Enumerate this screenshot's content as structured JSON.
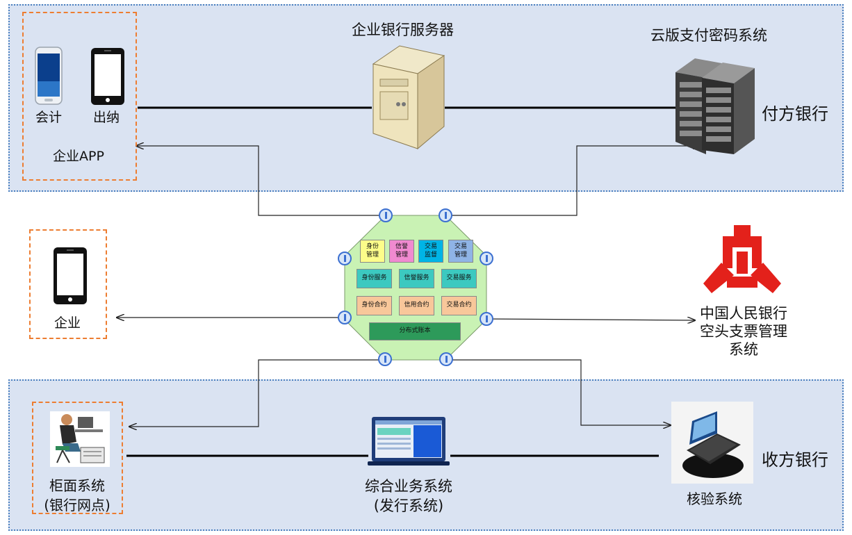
{
  "payer_bank": {
    "label": "付方银行",
    "enterprise_app": {
      "label": "企业APP",
      "accountant": "会计",
      "cashier": "出纳"
    },
    "bank_server": "企业银行服务器",
    "cloud_crypto": "云版支付密码系统"
  },
  "enterprise": {
    "label": "企业"
  },
  "hub": {
    "modules_row1": [
      "身份\n管理",
      "信誉\n管理",
      "交易\n监督",
      "交易\n管理"
    ],
    "modules_row2": [
      "身份服务",
      "信誉服务",
      "交易服务"
    ],
    "modules_row3": [
      "身份合约",
      "信用合约",
      "交易合约"
    ],
    "ledger": "分布式账本"
  },
  "pboc": {
    "line1": "中国人民银行",
    "line2": "空头支票管理",
    "line3": "系统"
  },
  "payee_bank": {
    "label": "收方银行",
    "counter": {
      "line1": "柜面系统",
      "line2": "(银行网点)"
    },
    "integrated": {
      "line1": "综合业务系统",
      "line2": "(发行系统)"
    },
    "verify": "核验系统"
  },
  "colors": {
    "region_fill": "#dae3f2",
    "region_border": "#4a7fbf",
    "group_border": "#ed7d31",
    "hub_fill": "#c9f2b4",
    "pboc_red": "#e3211b",
    "mod_yellow": "#fdfd8a",
    "mod_pink": "#f08ad0",
    "mod_cyan": "#00b4e6",
    "mod_blue": "#8fb4e6",
    "mod_teal": "#3cc9c0",
    "mod_orange": "#f8c79a",
    "ledger_green": "#2d9a5a"
  }
}
